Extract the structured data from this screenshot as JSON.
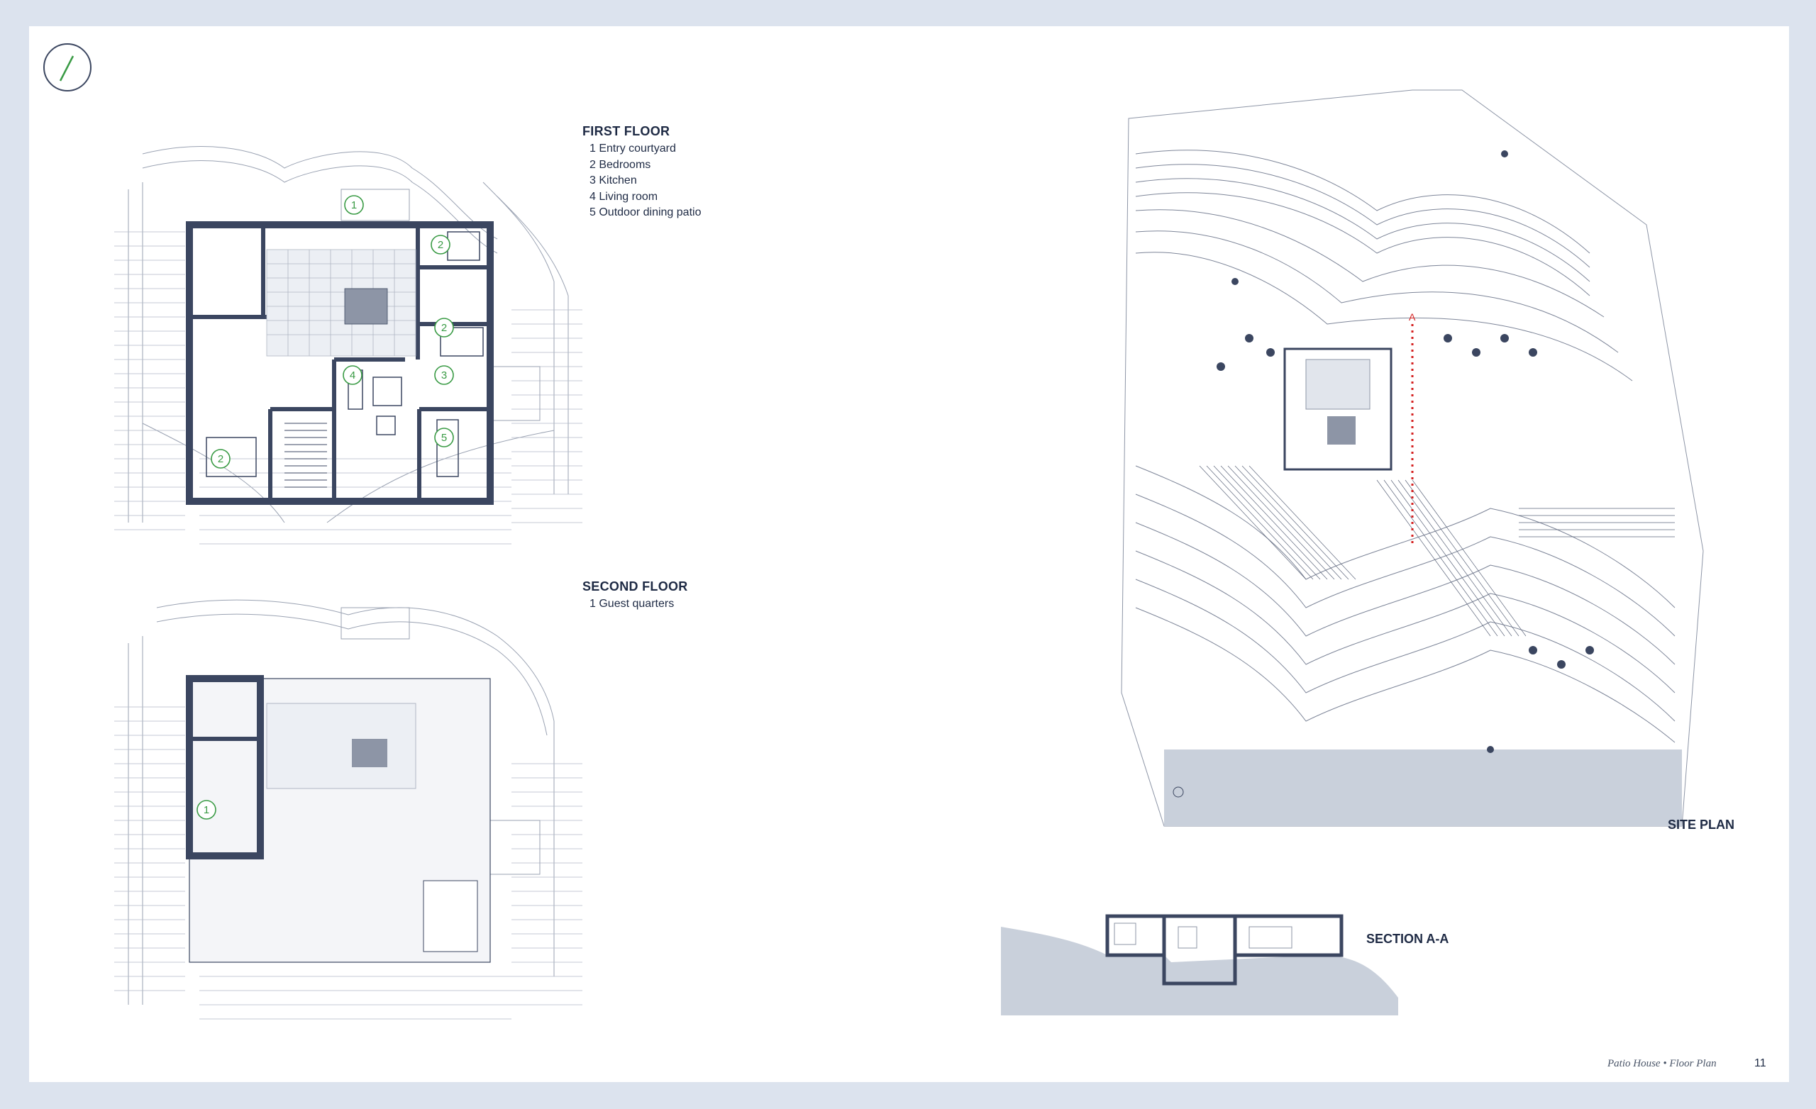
{
  "first_floor": {
    "title": "FIRST FLOOR",
    "items": [
      {
        "num": "1",
        "label": "Entry courtyard"
      },
      {
        "num": "2",
        "label": "Bedrooms"
      },
      {
        "num": "3",
        "label": "Kitchen"
      },
      {
        "num": "4",
        "label": "Living room"
      },
      {
        "num": "5",
        "label": "Outdoor dining patio"
      }
    ],
    "markers": [
      "1",
      "2",
      "2",
      "2",
      "3",
      "4",
      "5"
    ]
  },
  "second_floor": {
    "title": "SECOND FLOOR",
    "items": [
      {
        "num": "1",
        "label": "Guest quarters"
      }
    ],
    "markers": [
      "1"
    ]
  },
  "site_plan": {
    "title": "SITE PLAN",
    "section_marker": "A"
  },
  "section": {
    "title": "SECTION A-A"
  },
  "footer": {
    "caption": "Patio House • Floor Plan",
    "page_number": "11"
  },
  "colors": {
    "ink": "#1e2a44",
    "wall": "#3b4660",
    "marker": "#3a9b45",
    "section_line": "#d42020",
    "ground": "#c9d0db",
    "background": "#dce3ee"
  },
  "icons": [
    "north-arrow-icon"
  ]
}
